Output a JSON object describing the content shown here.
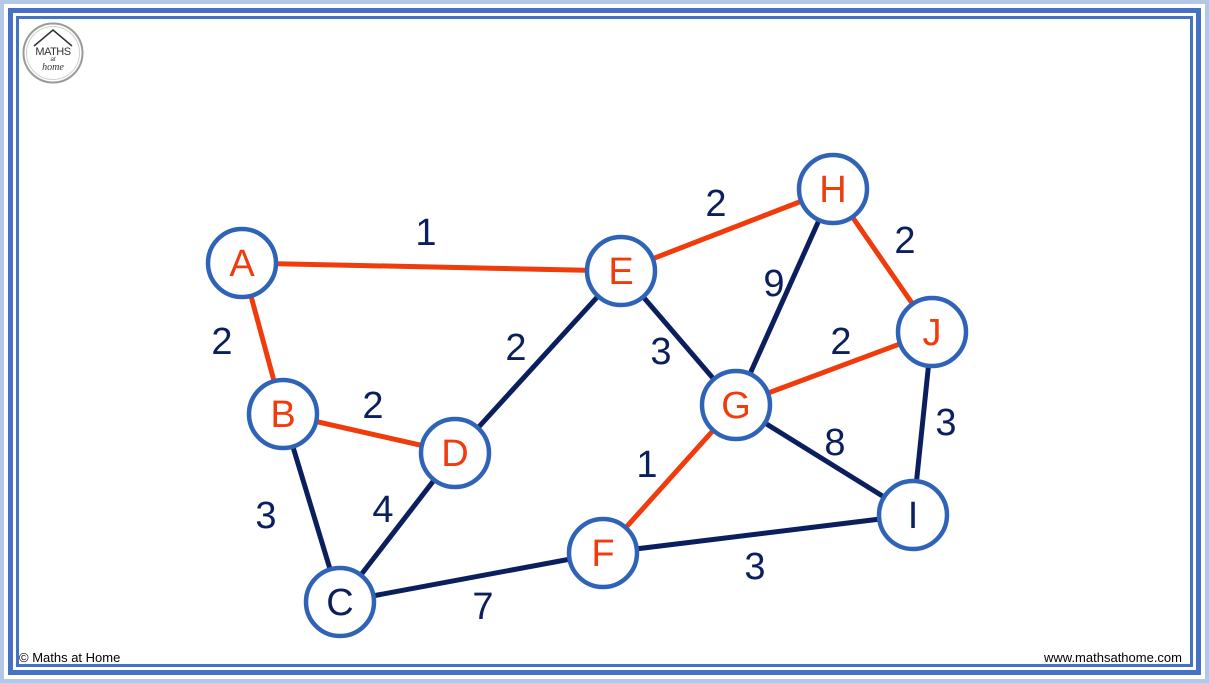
{
  "colors": {
    "tree": "#f03c0c",
    "graph": "#0b1f5e",
    "node_border": "#2f63b8",
    "frame_light": "#b4c7e7",
    "frame_dark": "#4472c4"
  },
  "logo": {
    "line1": "MATHS",
    "line2": "at",
    "line3": "home"
  },
  "footer": {
    "left": "© Maths at Home",
    "right": "www.mathsathome.com"
  },
  "nodes": [
    {
      "id": "A",
      "label": "A",
      "in_tree": true
    },
    {
      "id": "B",
      "label": "B",
      "in_tree": true
    },
    {
      "id": "C",
      "label": "C",
      "in_tree": false
    },
    {
      "id": "D",
      "label": "D",
      "in_tree": true
    },
    {
      "id": "E",
      "label": "E",
      "in_tree": true
    },
    {
      "id": "F",
      "label": "F",
      "in_tree": true
    },
    {
      "id": "G",
      "label": "G",
      "in_tree": true
    },
    {
      "id": "H",
      "label": "H",
      "in_tree": true
    },
    {
      "id": "I",
      "label": "I",
      "in_tree": false
    },
    {
      "id": "J",
      "label": "J",
      "in_tree": true
    }
  ],
  "edges": [
    {
      "from": "A",
      "to": "E",
      "weight": "1",
      "in_tree": true
    },
    {
      "from": "A",
      "to": "B",
      "weight": "2",
      "in_tree": true
    },
    {
      "from": "B",
      "to": "D",
      "weight": "2",
      "in_tree": true
    },
    {
      "from": "B",
      "to": "C",
      "weight": "3",
      "in_tree": false
    },
    {
      "from": "C",
      "to": "D",
      "weight": "4",
      "in_tree": false
    },
    {
      "from": "C",
      "to": "F",
      "weight": "7",
      "in_tree": false
    },
    {
      "from": "D",
      "to": "E",
      "weight": "2",
      "in_tree": false
    },
    {
      "from": "E",
      "to": "H",
      "weight": "2",
      "in_tree": true
    },
    {
      "from": "E",
      "to": "G",
      "weight": "3",
      "in_tree": false
    },
    {
      "from": "G",
      "to": "H",
      "weight": "9",
      "in_tree": false
    },
    {
      "from": "H",
      "to": "J",
      "weight": "2",
      "in_tree": true
    },
    {
      "from": "G",
      "to": "J",
      "weight": "2",
      "in_tree": true
    },
    {
      "from": "G",
      "to": "I",
      "weight": "8",
      "in_tree": false
    },
    {
      "from": "F",
      "to": "G",
      "weight": "1",
      "in_tree": true
    },
    {
      "from": "F",
      "to": "I",
      "weight": "3",
      "in_tree": false
    },
    {
      "from": "I",
      "to": "J",
      "weight": "3",
      "in_tree": false
    }
  ]
}
